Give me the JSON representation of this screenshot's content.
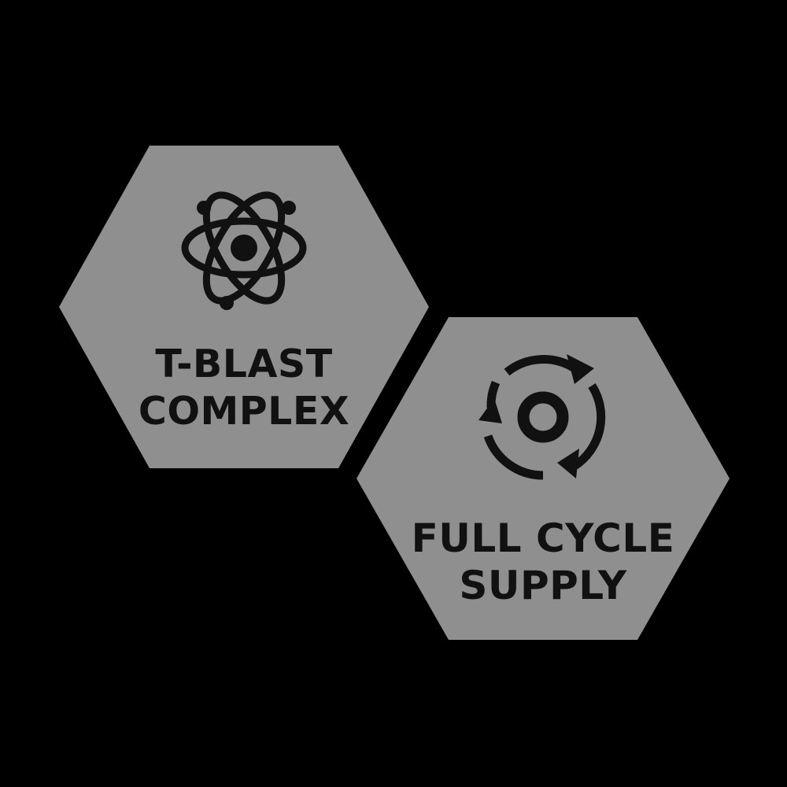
{
  "colors": {
    "background": "#000000",
    "hexagon_fill": "#8f8f8f",
    "ink": "#111111"
  },
  "badges": [
    {
      "icon": "atom-icon",
      "lines": [
        "T-BLAST",
        "COMPLEX"
      ]
    },
    {
      "icon": "cycle-arrows-icon",
      "lines": [
        "FULL CYCLE",
        "SUPPLY"
      ]
    }
  ]
}
